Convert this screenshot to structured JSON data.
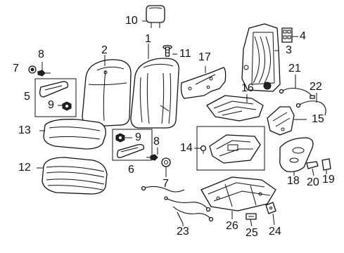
{
  "diagram_type": "exploded parts diagram",
  "callouts": {
    "c1": "1",
    "c2": "2",
    "c3": "3",
    "c4": "4",
    "c5": "5",
    "c6": "6",
    "c7a": "7",
    "c7b": "7",
    "c8a": "8",
    "c8b": "8",
    "c9a": "9",
    "c9b": "9",
    "c10": "10",
    "c11": "11",
    "c12": "12",
    "c13": "13",
    "c14": "14",
    "c15": "15",
    "c16": "16",
    "c17": "17",
    "c18": "18",
    "c19": "19",
    "c20": "20",
    "c21": "21",
    "c22": "22",
    "c23": "23",
    "c24": "24",
    "c25": "25",
    "c26": "26"
  },
  "parts": [
    {
      "number": "1",
      "name": "seat-back-cover"
    },
    {
      "number": "2",
      "name": "seat-back-pad"
    },
    {
      "number": "3",
      "name": "seat-back-frame"
    },
    {
      "number": "4",
      "name": "bracket"
    },
    {
      "number": "5",
      "name": "armrest-kit"
    },
    {
      "number": "6",
      "name": "armrest-kit"
    },
    {
      "number": "7",
      "name": "bolt"
    },
    {
      "number": "8",
      "name": "screw"
    },
    {
      "number": "9",
      "name": "nut"
    },
    {
      "number": "10",
      "name": "headrest"
    },
    {
      "number": "11",
      "name": "guide"
    },
    {
      "number": "12",
      "name": "seat-cushion-cover"
    },
    {
      "number": "13",
      "name": "seat-cushion-pad"
    },
    {
      "number": "14",
      "name": "cushion-frame"
    },
    {
      "number": "15",
      "name": "shield"
    },
    {
      "number": "16",
      "name": "pan"
    },
    {
      "number": "17",
      "name": "back-panel"
    },
    {
      "number": "18",
      "name": "side-shield"
    },
    {
      "number": "19",
      "name": "knob"
    },
    {
      "number": "20",
      "name": "switch-knob"
    },
    {
      "number": "21",
      "name": "cable"
    },
    {
      "number": "22",
      "name": "cable"
    },
    {
      "number": "23",
      "name": "wire-harness"
    },
    {
      "number": "24",
      "name": "bracket"
    },
    {
      "number": "25",
      "name": "label"
    },
    {
      "number": "26",
      "name": "seat-track"
    }
  ]
}
